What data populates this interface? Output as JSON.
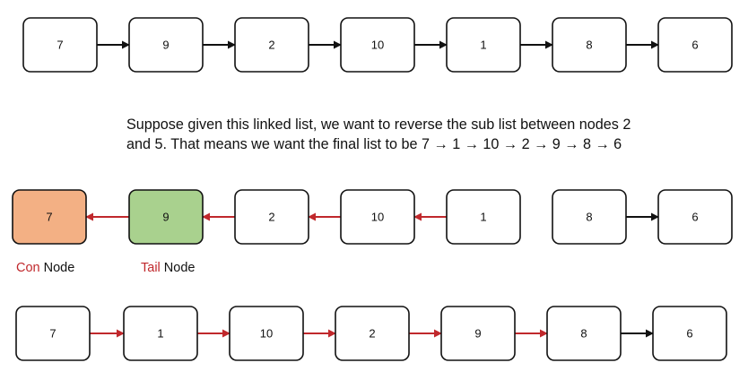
{
  "colors": {
    "node_fill": "#ffffff",
    "node_stroke": "#111111",
    "con_node_fill": "#f3b084",
    "tail_node_fill": "#a9d18e",
    "arrow_black": "#111111",
    "arrow_red": "#c0282c",
    "label_accent": "#c0282c"
  },
  "rows": [
    {
      "name": "original-list",
      "nodes": [
        {
          "value": "7"
        },
        {
          "value": "9"
        },
        {
          "value": "2"
        },
        {
          "value": "10"
        },
        {
          "value": "1"
        },
        {
          "value": "8"
        },
        {
          "value": "6"
        }
      ],
      "links": [
        {
          "from": 0,
          "to": 1,
          "color": "black"
        },
        {
          "from": 1,
          "to": 2,
          "color": "black"
        },
        {
          "from": 2,
          "to": 3,
          "color": "black"
        },
        {
          "from": 3,
          "to": 4,
          "color": "black"
        },
        {
          "from": 4,
          "to": 5,
          "color": "black"
        },
        {
          "from": 5,
          "to": 6,
          "color": "black"
        }
      ]
    },
    {
      "name": "reversing-list",
      "nodes": [
        {
          "value": "7",
          "role": "con"
        },
        {
          "value": "9",
          "role": "tail"
        },
        {
          "value": "2"
        },
        {
          "value": "10"
        },
        {
          "value": "1"
        },
        {
          "value": "8"
        },
        {
          "value": "6"
        }
      ],
      "links": [
        {
          "from": 1,
          "to": 0,
          "color": "red"
        },
        {
          "from": 2,
          "to": 1,
          "color": "red"
        },
        {
          "from": 3,
          "to": 2,
          "color": "red"
        },
        {
          "from": 4,
          "to": 3,
          "color": "red"
        },
        {
          "from": 5,
          "to": 6,
          "color": "black"
        }
      ]
    },
    {
      "name": "final-list",
      "nodes": [
        {
          "value": "7"
        },
        {
          "value": "1"
        },
        {
          "value": "10"
        },
        {
          "value": "2"
        },
        {
          "value": "9"
        },
        {
          "value": "8"
        },
        {
          "value": "6"
        }
      ],
      "links": [
        {
          "from": 0,
          "to": 1,
          "color": "red"
        },
        {
          "from": 1,
          "to": 2,
          "color": "red"
        },
        {
          "from": 2,
          "to": 3,
          "color": "red"
        },
        {
          "from": 3,
          "to": 4,
          "color": "red"
        },
        {
          "from": 4,
          "to": 5,
          "color": "red"
        },
        {
          "from": 5,
          "to": 6,
          "color": "black"
        }
      ]
    }
  ],
  "caption": {
    "line1": "Suppose given this linked list, we want to reverse the sub list between nodes 2",
    "line2": "and 5.  That means we want the final list to be 7 → 1 → 10 → 2 → 9 → 8 → 6"
  },
  "labels": {
    "con_accent": "Con",
    "con_rest": " Node",
    "tail_accent": "Tail",
    "tail_rest": " Node"
  }
}
